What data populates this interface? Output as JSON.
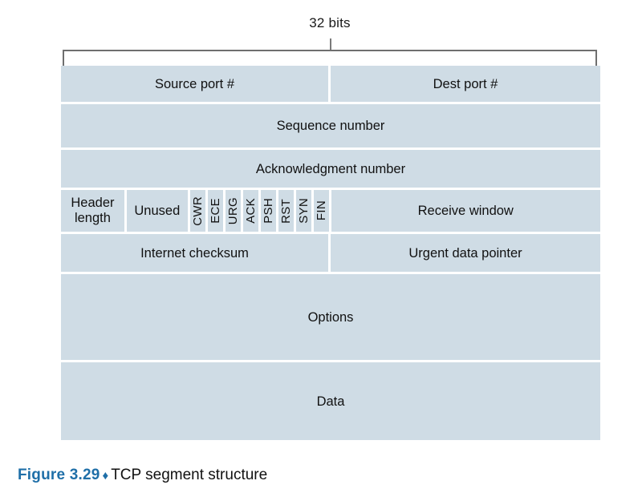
{
  "diagram": {
    "width_label": "32 bits",
    "fill_color": "#cfdce5",
    "accent_color": "#1f6fa8",
    "rows": [
      {
        "name": "ports",
        "cells": [
          {
            "label": "Source port #"
          },
          {
            "label": "Dest port #"
          }
        ]
      },
      {
        "name": "sequence",
        "cells": [
          {
            "label": "Sequence number"
          }
        ]
      },
      {
        "name": "acknowledgment",
        "cells": [
          {
            "label": "Acknowledgment number"
          }
        ]
      },
      {
        "name": "flags",
        "cells": [
          {
            "label": "Header length"
          },
          {
            "label": "Unused"
          },
          {
            "label": "CWR"
          },
          {
            "label": "ECE"
          },
          {
            "label": "URG"
          },
          {
            "label": "ACK"
          },
          {
            "label": "PSH"
          },
          {
            "label": "RST"
          },
          {
            "label": "SYN"
          },
          {
            "label": "FIN"
          },
          {
            "label": "Receive window"
          }
        ]
      },
      {
        "name": "checksum",
        "cells": [
          {
            "label": "Internet checksum"
          },
          {
            "label": "Urgent data pointer"
          }
        ]
      },
      {
        "name": "options",
        "cells": [
          {
            "label": "Options"
          }
        ]
      },
      {
        "name": "data",
        "cells": [
          {
            "label": "Data"
          }
        ]
      }
    ],
    "header_length_line1": "Header",
    "header_length_line2": "length"
  },
  "caption": {
    "figure_number": "Figure 3.29",
    "separator": "♦",
    "title": "TCP segment structure"
  }
}
